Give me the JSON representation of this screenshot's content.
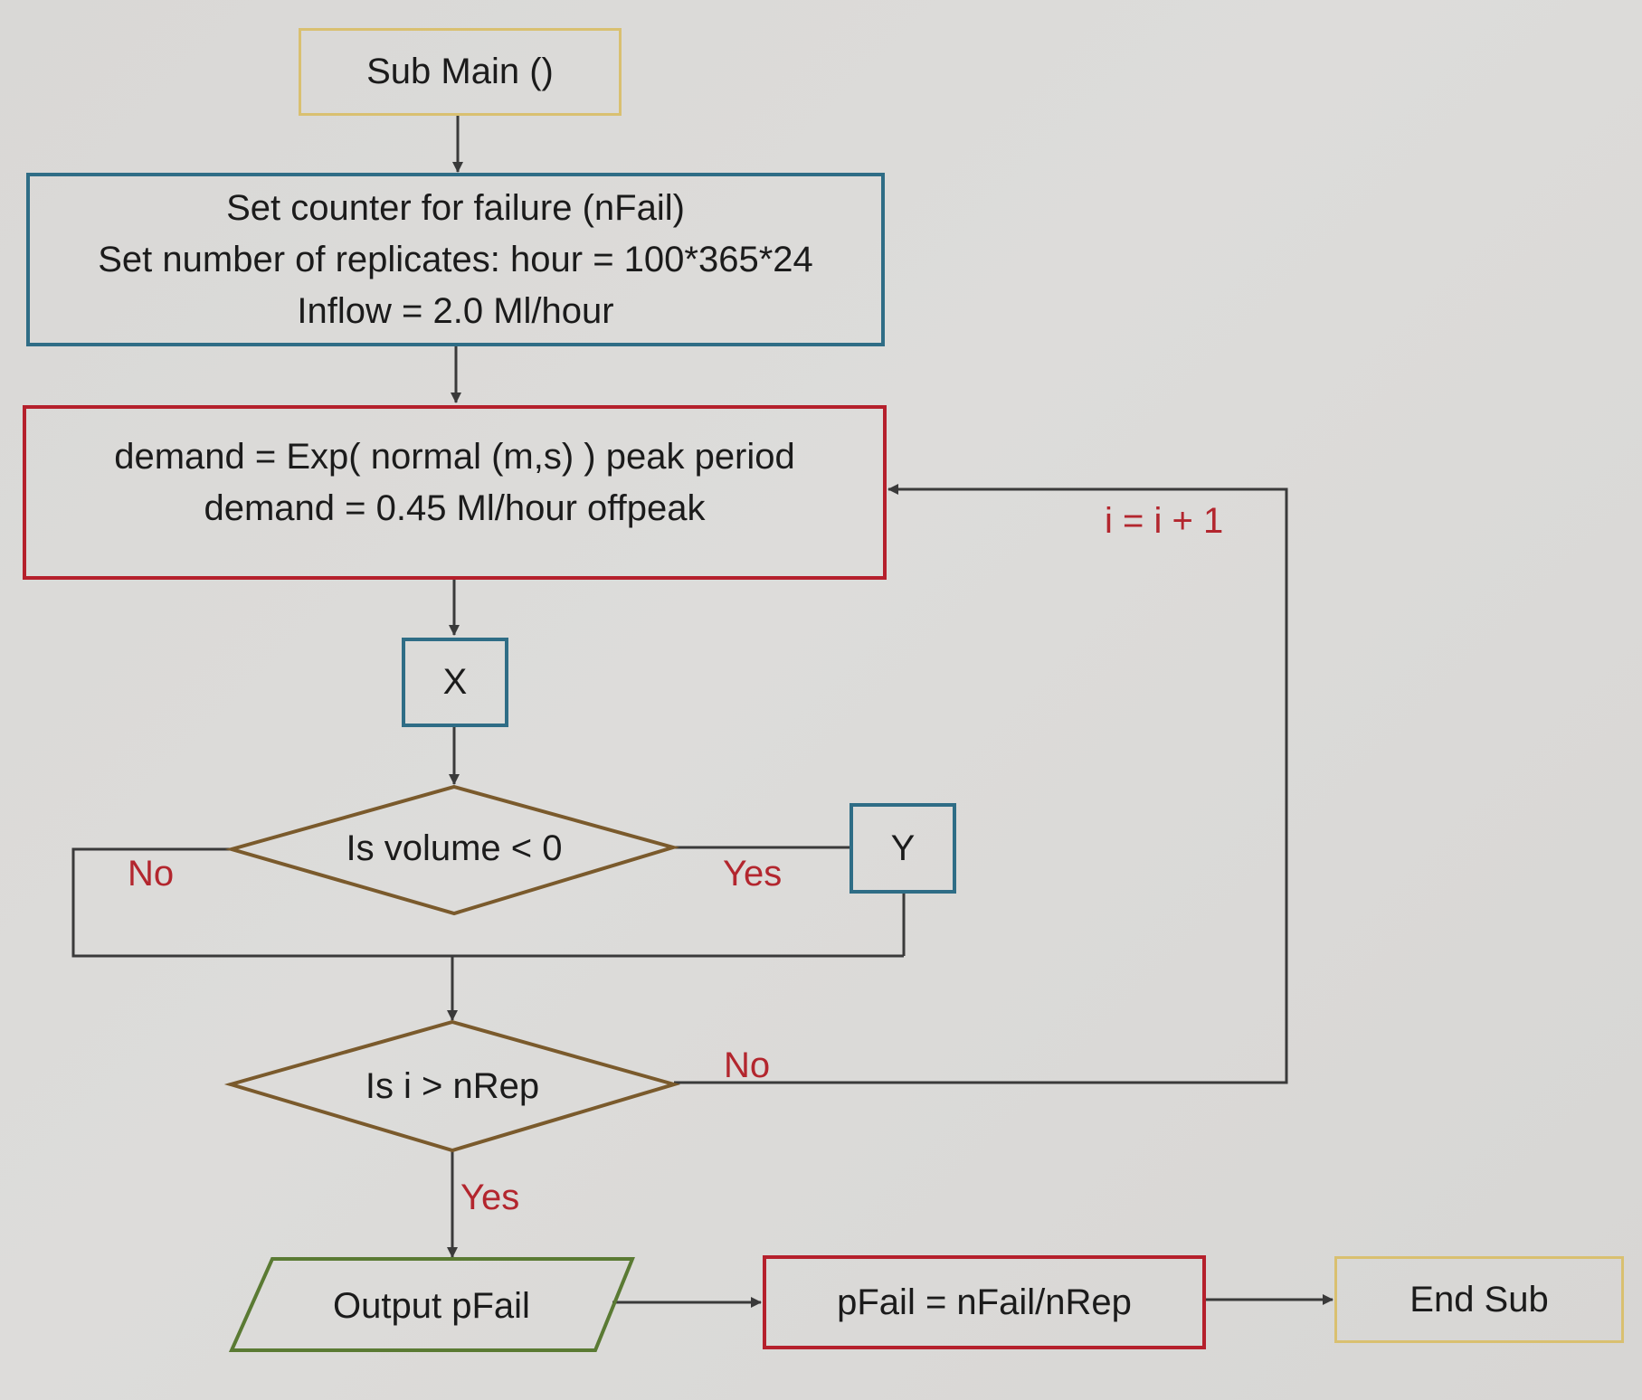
{
  "diagram": {
    "start": "Sub Main ()",
    "init": [
      "Set counter for failure (nFail)",
      "Set number of replicates: hour = 100*365*24",
      "Inflow = 2.0 Ml/hour"
    ],
    "demand": [
      "demand = Exp( normal (m,s) ) peak period",
      "demand = 0.45 Ml/hour offpeak"
    ],
    "x_box": "X",
    "decision_volume": "Is volume < 0",
    "label_no_left": "No",
    "label_yes_right": "Yes",
    "y_box": "Y",
    "decision_rep": "Is i > nRep",
    "label_no_loop": "No",
    "loop_increment": "i = i + 1",
    "label_yes_down": "Yes",
    "output": "Output pFail",
    "calc": "pFail = nFail/nRep",
    "end": "End Sub"
  },
  "colors": {
    "yellow_border": "#d9c070",
    "blue_border": "#2f6d86",
    "red_border": "#b5202c",
    "diamond_border": "#7a5a2c",
    "parallelogram_border": "#5a7a33",
    "line": "#3a3a3a",
    "label_red": "#b3262e"
  }
}
